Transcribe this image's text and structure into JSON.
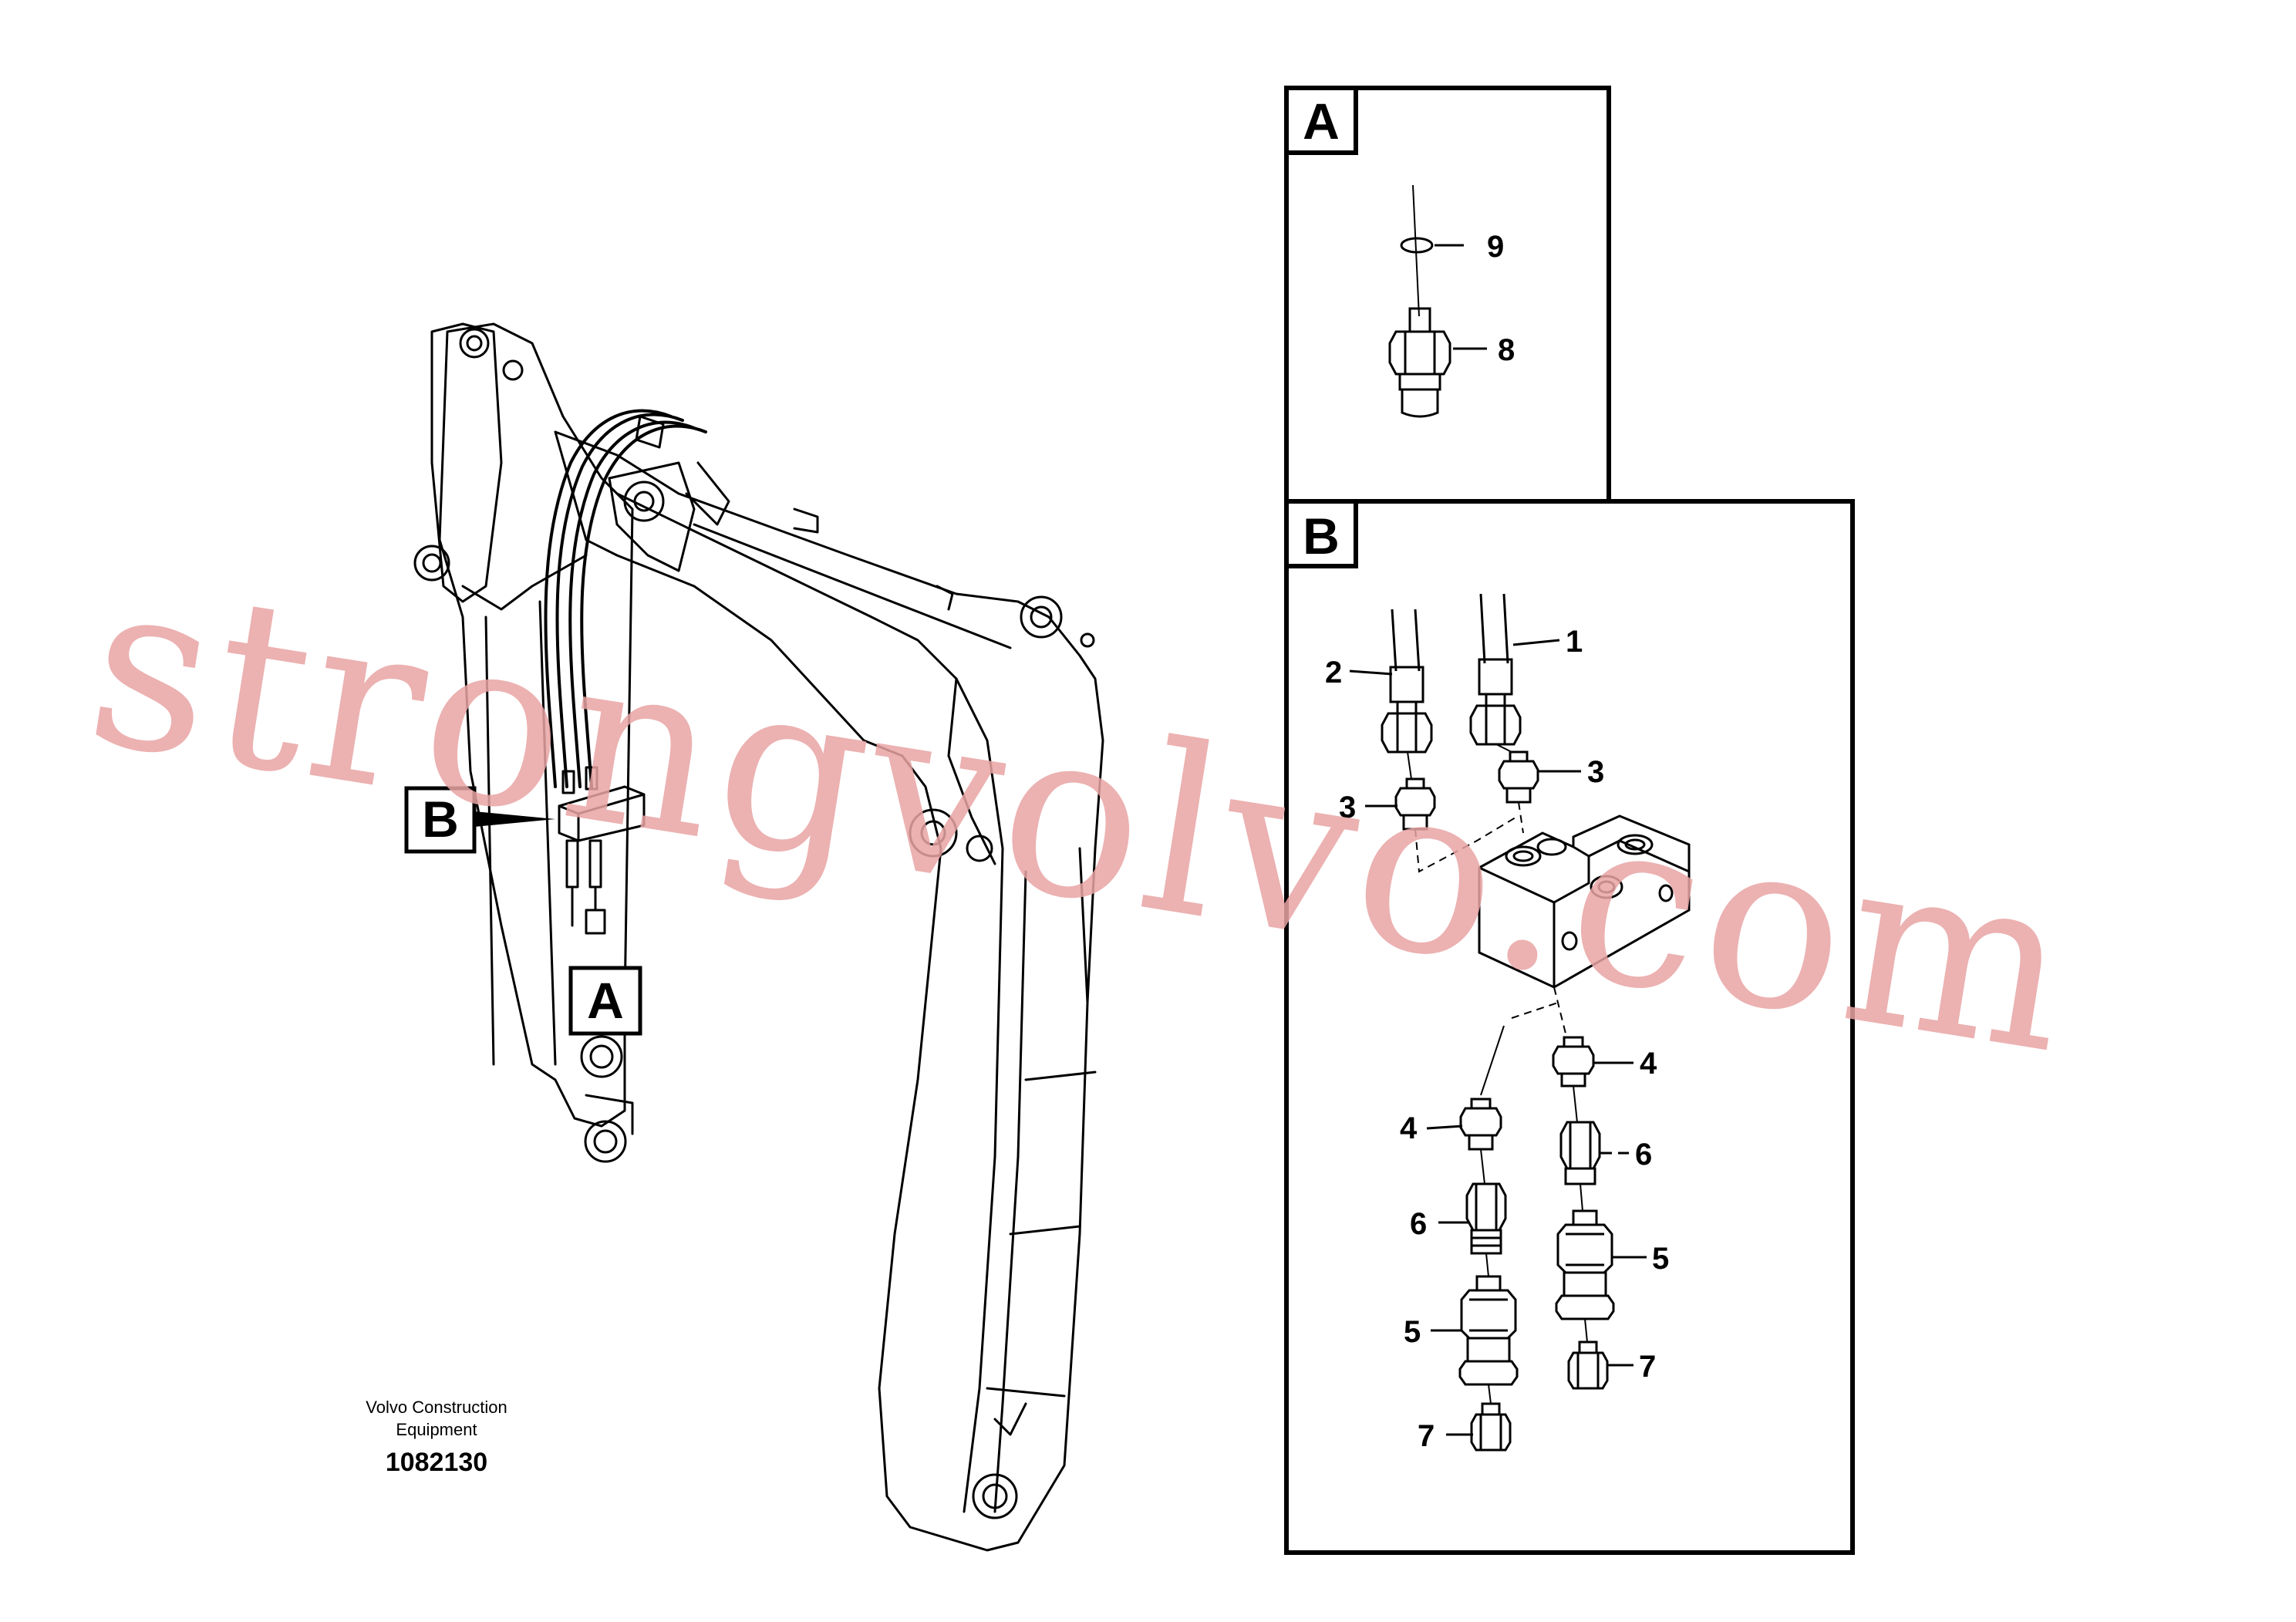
{
  "watermark": "strongvolvo.com",
  "caption": {
    "line1": "Volvo Construction",
    "line2": "Equipment",
    "part_number": "1082130"
  },
  "frames": {
    "a": {
      "letter": "A"
    },
    "b": {
      "letter": "B"
    }
  },
  "markers": {
    "b": "B",
    "a": "A"
  },
  "callouts": {
    "a9": "9",
    "a8": "8",
    "b1": "1",
    "b2": "2",
    "b3r": "3",
    "b3l": "3",
    "b4r": "4",
    "b4l": "4",
    "b6r": "6",
    "b6l": "6",
    "b5r": "5",
    "b5l": "5",
    "b7r": "7",
    "b7l": "7"
  }
}
